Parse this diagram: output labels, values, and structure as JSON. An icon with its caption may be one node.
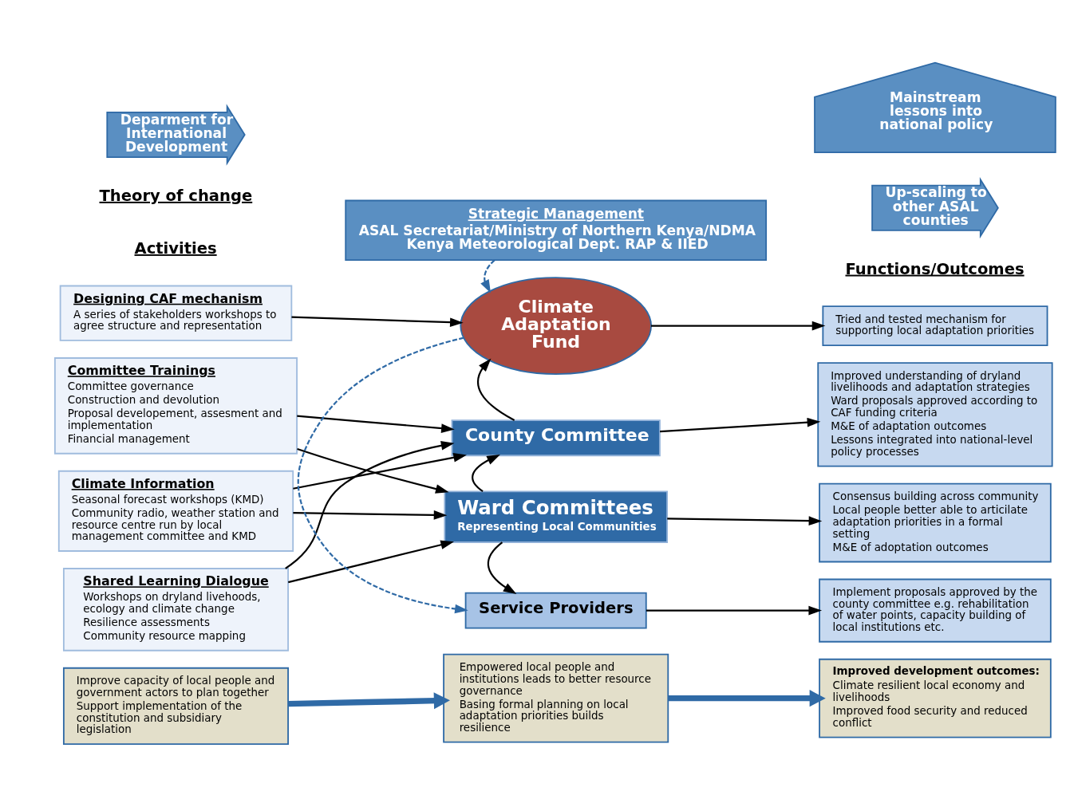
{
  "diagram": {
    "nodes": [
      {
        "text": [
          "Deparment for International Development"
        ]
      },
      {
        "text": [
          "Strategic Management",
          "ASAL Secretariat/Ministry of Northern Kenya/NDMA Kenya Meteorological Dept. RAP & IIED"
        ]
      },
      {
        "text": [
          "Mainstream lessons into national policy"
        ]
      },
      {
        "text": [
          "Up-scaling to other ASAL counties"
        ]
      },
      {
        "text": [
          "Designing CAF mechanism",
          "A series of stakeholders workshops to agree structure and representation"
        ]
      },
      {
        "text": [
          "Committee Trainings",
          "Committee governance",
          "Construction and devolution",
          "Proposal developement, assesment and implementation",
          "Financial management"
        ]
      },
      {
        "text": [
          "Climate Information",
          "Seasonal forecast workshops (KMD)",
          "Community radio, weather station and resource centre run by local management committee and KMD"
        ]
      },
      {
        "text": [
          "Shared Learning Dialogue",
          "Workshops on dryland livehoods, ecology and climate change",
          "Resilience assessments",
          "Community resource mapping"
        ]
      },
      {
        "text": [
          "Climate Adaptation Fund"
        ]
      },
      {
        "text": [
          "County Committee"
        ]
      },
      {
        "text": [
          "Ward Committees",
          "Representing Local Communities"
        ]
      },
      {
        "text": [
          "Service Providers"
        ]
      },
      {
        "text": [
          "Tried and tested mechanism for supporting local adaptation priorities"
        ]
      },
      {
        "text": [
          "Improved understanding of dryland livelihoods and adaptation strategies",
          "Ward proposals approved according to CAF funding criteria",
          "M&E of adaptation outcomes",
          "Lessons integrated into national-level policy processes"
        ]
      },
      {
        "text": [
          "Consensus building across community",
          "Local people better able to articilate adaptation priorities in a formal setting",
          "M&E of adoptation outcomes"
        ]
      },
      {
        "text": [
          "Implement proposals approved by the county committee e.g. rehabilitation of water points, capacity building of local institutions etc."
        ]
      },
      {
        "text": [
          "Improve capacity of local people and government actors to plan together",
          "Support implementation of the constitution and subsidiary legislation"
        ]
      },
      {
        "text": [
          "Empowered local people and institutions leads to better resource governance",
          "Basing formal planning on local adaptation priorities builds resilience"
        ]
      },
      {
        "text": [
          "Improved development outcomes:",
          "Climate resilient local economy and livelihoods",
          "Improved food security and reduced conflict"
        ]
      }
    ],
    "edges": [
      {
        "from": 1,
        "to": 8,
        "arrow": "to",
        "style": "dashed",
        "color": "#2f6aa6"
      },
      {
        "from": 4,
        "to": 8,
        "arrow": "to"
      },
      {
        "from": 8,
        "to": 12,
        "arrow": "to"
      },
      {
        "from": 9,
        "to": 8,
        "arrow": "to"
      },
      {
        "from": 5,
        "to": 9,
        "arrow": "to"
      },
      {
        "from": 6,
        "to": 9,
        "arrow": "to"
      },
      {
        "from": 7,
        "to": 9,
        "arrow": "to"
      },
      {
        "from": 5,
        "to": 10,
        "arrow": "to"
      },
      {
        "from": 6,
        "to": 10,
        "arrow": "to"
      },
      {
        "from": 7,
        "to": 10,
        "arrow": "to"
      },
      {
        "from": 9,
        "to": 13,
        "arrow": "to"
      },
      {
        "from": 10,
        "to": 9,
        "arrow": "to"
      },
      {
        "from": 10,
        "to": 14,
        "arrow": "to"
      },
      {
        "from": 10,
        "to": 11,
        "arrow": "to"
      },
      {
        "from": 8,
        "to": 11,
        "arrow": "to",
        "style": "dashed",
        "color": "#2f6aa6"
      },
      {
        "from": 11,
        "to": 15,
        "arrow": "to"
      },
      {
        "from": 16,
        "to": 17,
        "arrow": "to",
        "style": "thick",
        "color": "#2f6aa6"
      },
      {
        "from": 17,
        "to": 18,
        "arrow": "to",
        "style": "thick",
        "color": "#2f6aa6"
      }
    ],
    "labels": [
      "Activities",
      "Functions/Outcomes",
      "Theory of change"
    ]
  }
}
